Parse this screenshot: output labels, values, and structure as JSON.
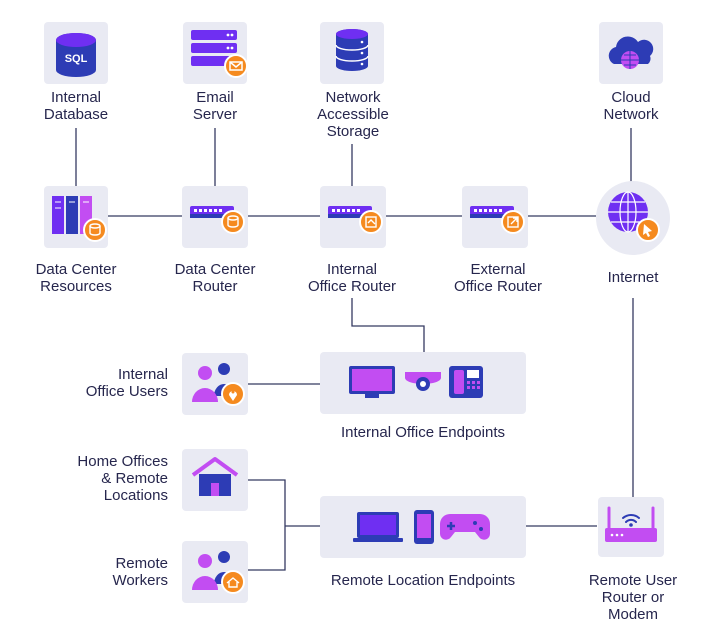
{
  "nodes": {
    "internal_database": {
      "label": "Internal\nDatabase",
      "icon": "sql-database-icon",
      "badge_text": "SQL"
    },
    "email_server": {
      "label": "Email\nServer",
      "icon": "email-server-icon"
    },
    "network_storage": {
      "label": "Network\nAccessible\nStorage",
      "icon": "storage-icon"
    },
    "cloud_network": {
      "label": "Cloud\nNetwork",
      "icon": "cloud-network-icon"
    },
    "data_center_resources": {
      "label": "Data Center\nResources",
      "icon": "server-rack-icon"
    },
    "data_center_router": {
      "label": "Data Center\nRouter",
      "icon": "router-icon"
    },
    "internal_office_router": {
      "label": "Internal\nOffice Router",
      "icon": "router-icon"
    },
    "external_office_router": {
      "label": "External\nOffice Router",
      "icon": "router-icon"
    },
    "internet": {
      "label": "Internet",
      "icon": "globe-icon"
    },
    "internal_office_users": {
      "label": "Internal\nOffice Users",
      "icon": "users-location-icon"
    },
    "internal_office_endpoints": {
      "label": "Internal Office Endpoints",
      "icon": "office-devices-icon"
    },
    "home_offices": {
      "label": "Home Offices\n& Remote\nLocations",
      "icon": "house-icon"
    },
    "remote_workers": {
      "label": "Remote\nWorkers",
      "icon": "users-home-icon"
    },
    "remote_location_endpoints": {
      "label": "Remote Location Endpoints",
      "icon": "remote-devices-icon"
    },
    "remote_user_router": {
      "label": "Remote User\nRouter or\nModem",
      "icon": "wifi-modem-icon"
    }
  },
  "colors": {
    "purple": "#6f2ff2",
    "violet": "#c24df2",
    "navy": "#2d3cb5",
    "orange": "#f58a1f",
    "tile": "#e9eaf3",
    "line": "#353a62",
    "text": "#26264d"
  }
}
